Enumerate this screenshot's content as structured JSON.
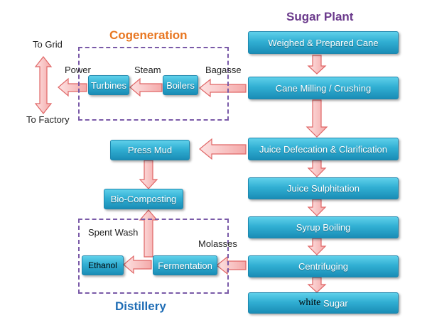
{
  "headings": {
    "sugar_plant": "Sugar Plant",
    "cogeneration": "Cogeneration",
    "distillery": "Distillery"
  },
  "colors": {
    "sugar_plant_heading": "#6b3a8c",
    "section_heading": "#e87722",
    "distillery_heading": "#1f6db5",
    "box_fill": "#2fb0d6",
    "arrow_fill": "#f6b8b8",
    "arrow_stroke": "#e06666",
    "dashed_border": "#7a5aa8"
  },
  "sugar_plant_steps": [
    "Weighed & Prepared Cane",
    "Cane Milling / Crushing",
    "Juice Defecation & Clarification",
    "Juice Sulphitation",
    "Syrup Boiling",
    "Centrifuging"
  ],
  "final_product": {
    "white": "white",
    "sugar": "Sugar"
  },
  "cogeneration": {
    "turbines": "Turbines",
    "boilers": "Boilers"
  },
  "byproducts": {
    "press_mud": "Press Mud",
    "bio_composting": "Bio-Composting"
  },
  "distillery": {
    "ethanol": "Ethanol",
    "fermentation": "Fermentation"
  },
  "labels": {
    "to_grid": "To Grid",
    "to_factory": "To Factory",
    "power": "Power",
    "steam": "Steam",
    "bagasse": "Bagasse",
    "spent_wash": "Spent Wash",
    "molasses": "Molasses"
  }
}
